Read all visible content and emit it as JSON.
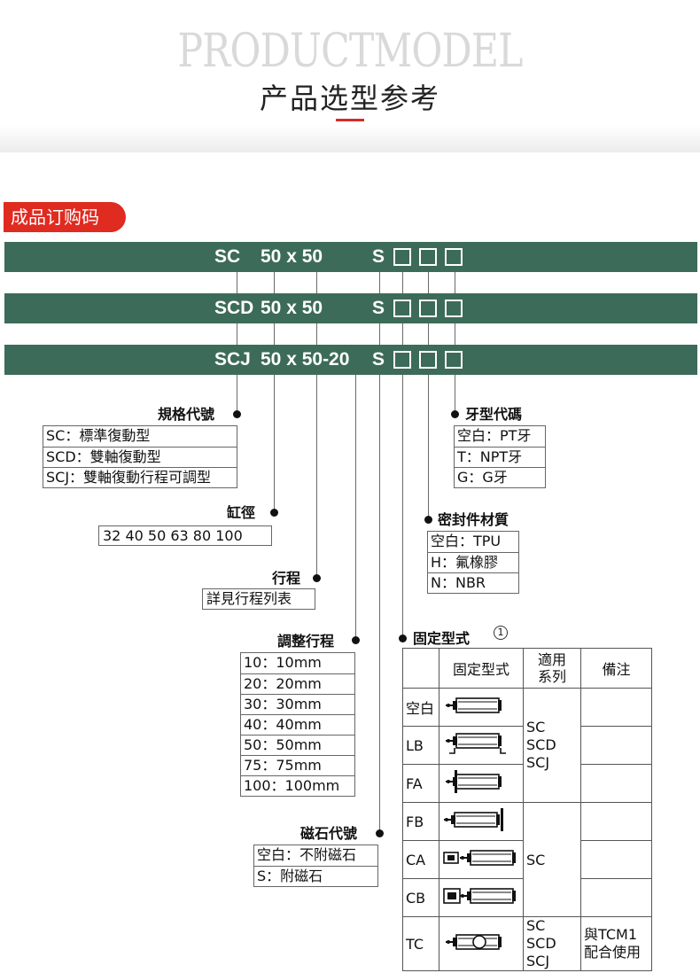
{
  "header": {
    "title_en": "PRODUCTMODEL",
    "title_cn": "产品选型参考"
  },
  "order_tag": "成品订购码",
  "codes": {
    "sc": {
      "prefix": "SC",
      "size": "50 x 50",
      "s": "S"
    },
    "scd": {
      "prefix": "SCD",
      "size": "50 x 50",
      "s": "S"
    },
    "scj": {
      "prefix": "SCJ",
      "size": "50 x 50-20",
      "s": "S"
    }
  },
  "spec": {
    "label": "規格代號",
    "items": [
      "SC：標準復動型",
      "SCD：雙軸復動型",
      "SCJ：雙軸復動行程可調型"
    ]
  },
  "bore": {
    "label": "缸徑",
    "values": "32  40  50  63  80  100"
  },
  "stroke": {
    "label": "行程",
    "value": "詳見行程列表"
  },
  "adjust": {
    "label": "調整行程",
    "items": [
      "10：10mm",
      "20：20mm",
      "30：30mm",
      "40：40mm",
      "50：50mm",
      "75：75mm",
      "100：100mm"
    ]
  },
  "magnet": {
    "label": "磁石代號",
    "items": [
      "空白：不附磁石",
      "S：附磁石"
    ]
  },
  "thread": {
    "label": "牙型代碼",
    "items": [
      "空白：PT牙",
      "T：NPT牙",
      "G：G牙"
    ]
  },
  "seal": {
    "label": "密封件材質",
    "items": [
      "空白：TPU",
      "H：氟橡膠",
      "N：NBR"
    ]
  },
  "mount": {
    "label": "固定型式",
    "note_num": "1",
    "headers": [
      "",
      "固定型式",
      "適用\n系列",
      "備注"
    ],
    "rows": [
      "空白",
      "LB",
      "FA",
      "FB",
      "CA",
      "CB",
      "TC"
    ],
    "series_group1": "SC\nSCD\nSCJ",
    "series_group2": "SC",
    "series_tc": "SC SCD\nSCJ",
    "remark_tc": "與TCM1\n配合使用"
  }
}
